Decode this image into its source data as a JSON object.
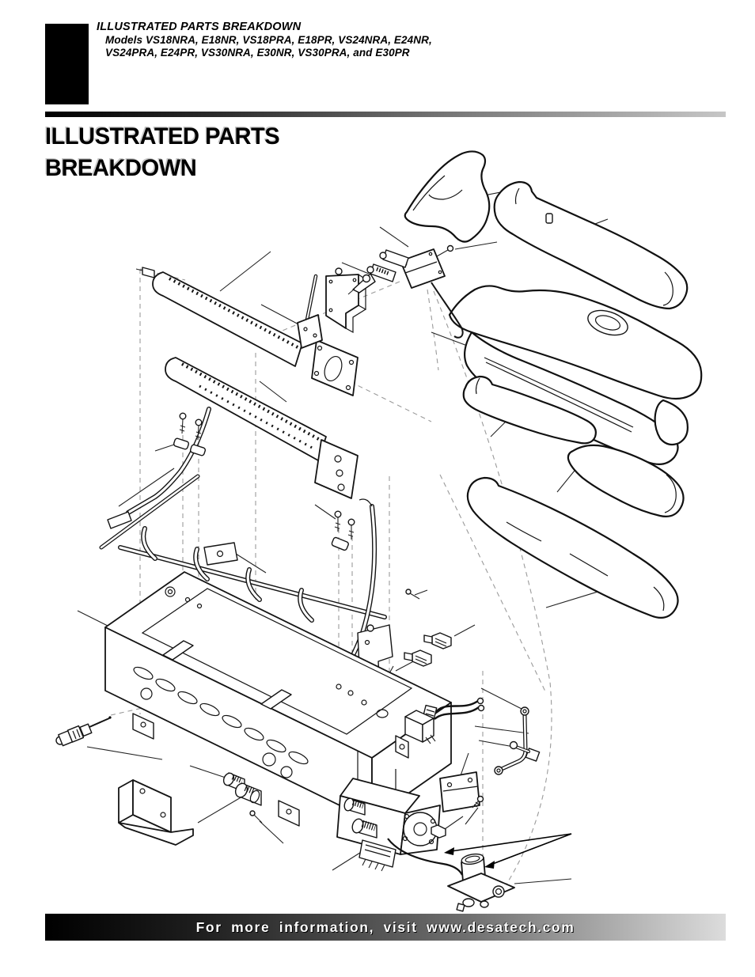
{
  "header": {
    "kicker": "ILLUSTRATED PARTS BREAKDOWN",
    "models_line1": "Models VS18NRA, E18NR, VS18PRA, E18PR, VS24NRA, E24NR,",
    "models_line2": "VS24PRA, E24PR, VS30NRA, E30NR, VS30PRA, and E30PR"
  },
  "title": {
    "line1": "ILLUSTRATED PARTS",
    "line2": "BREAKDOWN"
  },
  "footer": {
    "text": "For more information, visit www.desatech.com"
  },
  "colors": {
    "ink": "#000000",
    "paper": "#ffffff",
    "rule_gradient_start": "#000000",
    "rule_gradient_end": "#c6c6c6",
    "footer_gradient_start": "#000000",
    "footer_gradient_end": "#dcdcdc",
    "footer_text": "#ffffff",
    "phantom_line": "#9a9a9a"
  },
  "diagram": {
    "kind": "exploded-parts-line-art",
    "parts": [
      "burner-tube-rear",
      "burner-tube-front",
      "burner-flange-plates",
      "pilot-assembly",
      "pilot-shield-bracket",
      "pilot-rod-and-plate",
      "grate-bar-assembly",
      "tube-clamps-and-screws",
      "log-top",
      "log-front-top",
      "log-large-center",
      "log-small-left",
      "log-middle-right",
      "log-bottom-ember",
      "base-pan",
      "rear-access-plates",
      "mounting-tabs",
      "igniter-electrode",
      "floor-bracket",
      "control-knobs",
      "burner-orifice-fittings",
      "gas-valve",
      "valve-bracket",
      "valve-connector",
      "thermocouple-lead",
      "pressure-regulator",
      "gas-supply-tube",
      "wire-harness",
      "on-off-switch",
      "assembly-screws-and-nuts",
      "leader-lines",
      "phantom-alignment-lines",
      "callout-arrows"
    ]
  }
}
